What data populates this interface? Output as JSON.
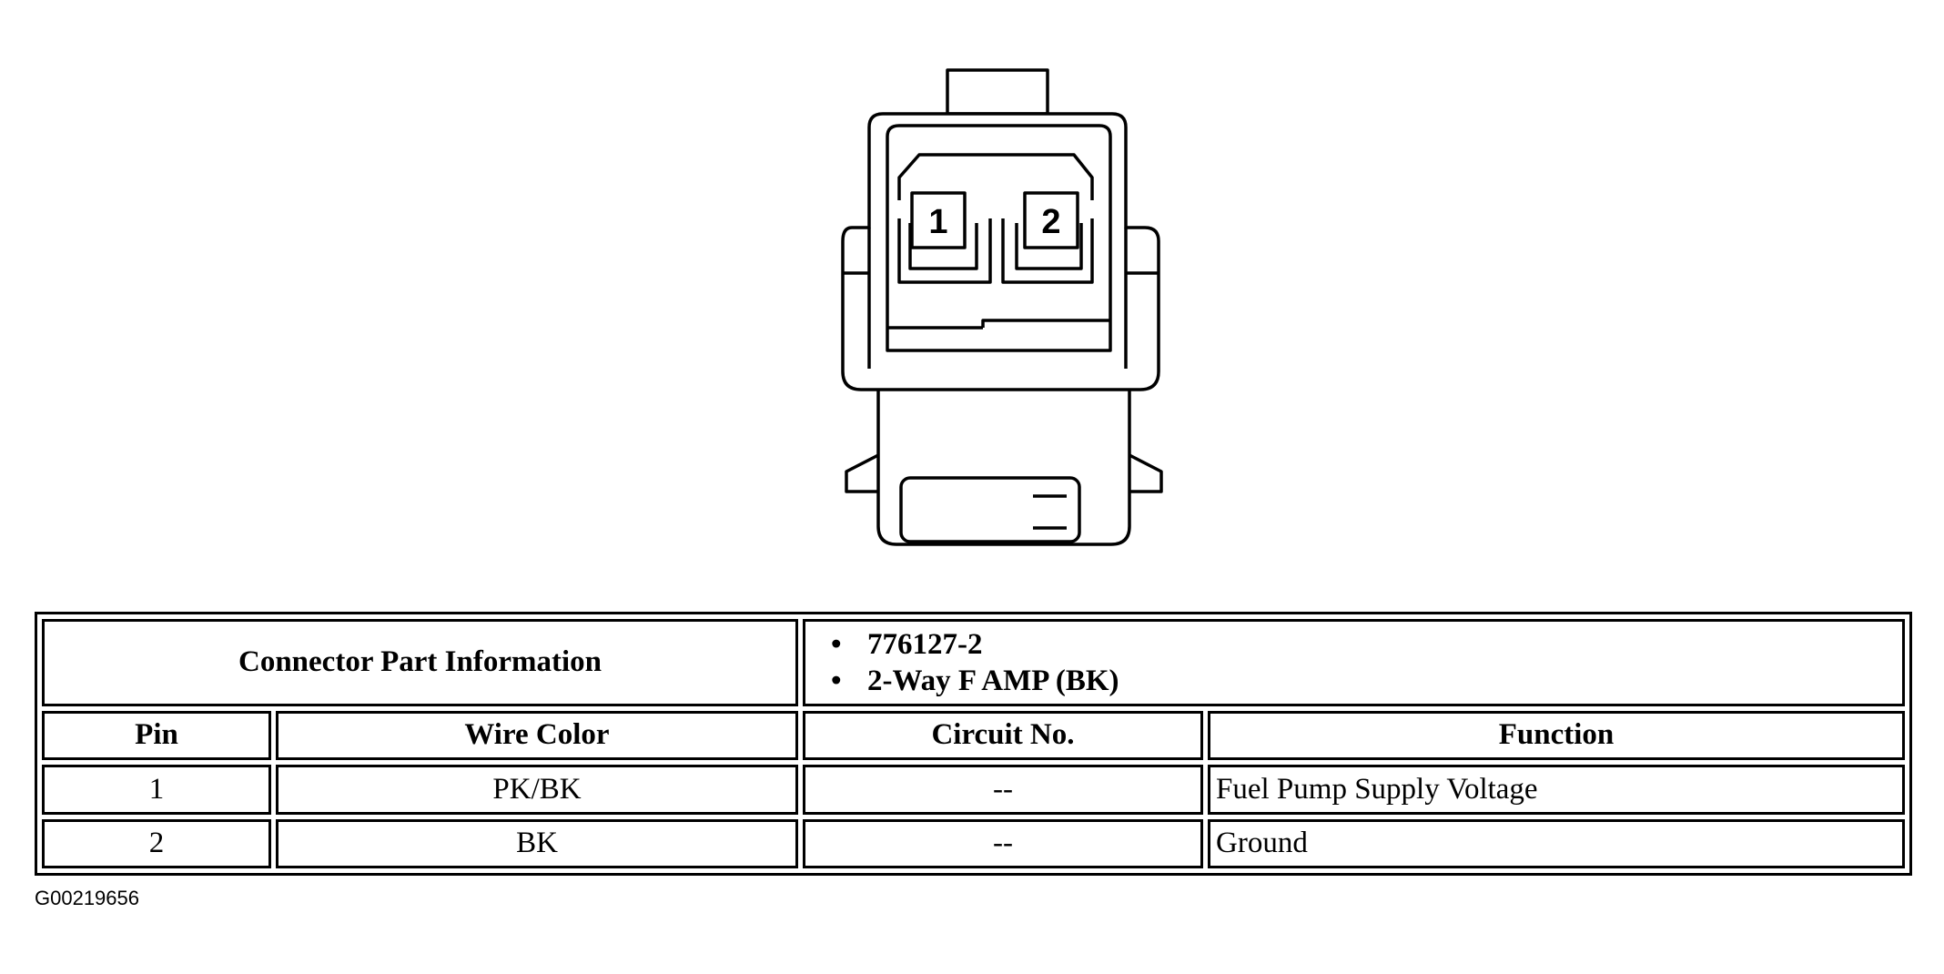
{
  "connector": {
    "pin_labels": [
      "1",
      "2"
    ]
  },
  "table": {
    "title": "Connector Part Information",
    "part_info": [
      "776127-2",
      "2-Way F AMP (BK)"
    ],
    "columns": [
      "Pin",
      "Wire Color",
      "Circuit No.",
      "Function"
    ],
    "rows": [
      {
        "pin": "1",
        "wire_color": "PK/BK",
        "circuit": "--",
        "function": "Fuel Pump Supply Voltage"
      },
      {
        "pin": "2",
        "wire_color": "BK",
        "circuit": "--",
        "function": "Ground"
      }
    ]
  },
  "figure_id": "G00219656"
}
